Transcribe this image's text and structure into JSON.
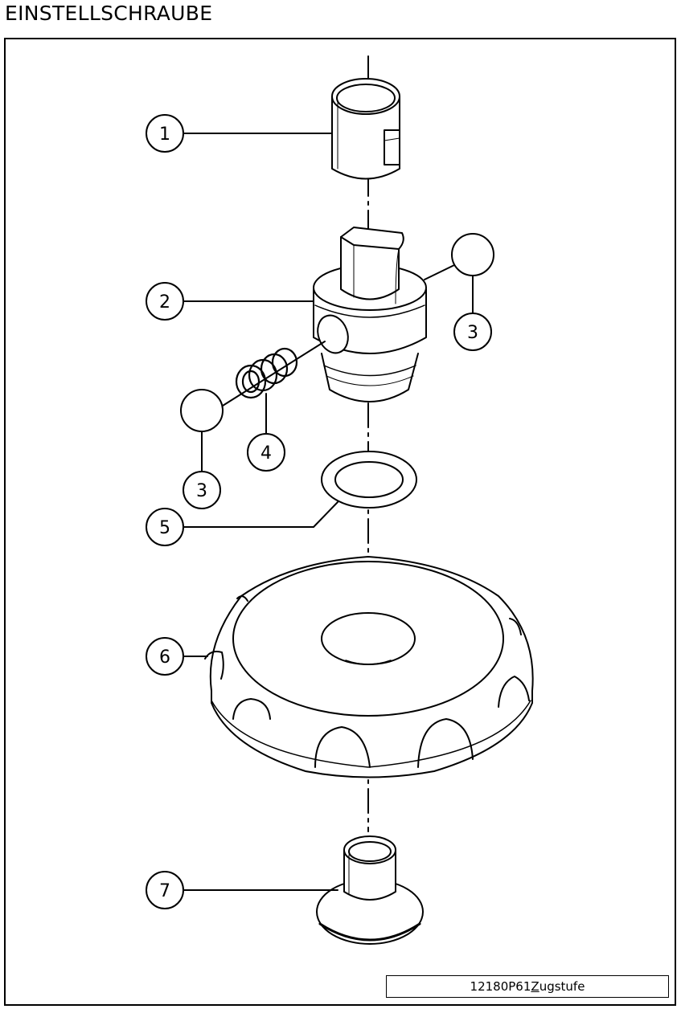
{
  "title": "EINSTELLSCHRAUBE",
  "callouts": [
    {
      "id": "c1",
      "label": "1"
    },
    {
      "id": "c2",
      "label": "2"
    },
    {
      "id": "c3a",
      "label": "3"
    },
    {
      "id": "c3b",
      "label": "3"
    },
    {
      "id": "c4",
      "label": "4"
    },
    {
      "id": "c5",
      "label": "5"
    },
    {
      "id": "c6",
      "label": "6"
    },
    {
      "id": "c7",
      "label": "7"
    }
  ],
  "reference": {
    "prefix": "12180P61",
    "underlined_letter": "Z",
    "suffix": "ugstufe"
  }
}
